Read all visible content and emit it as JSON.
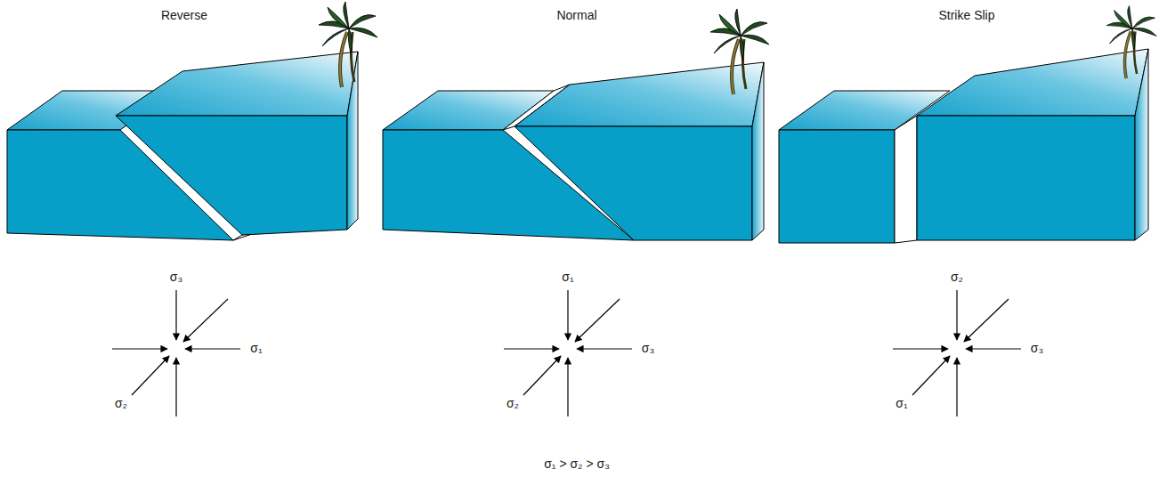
{
  "diagram": {
    "labels": [
      "Reverse",
      "Normal",
      "Strike Slip",
      "σ₃",
      "σ₁",
      "σ₂",
      "σ₁",
      "σ₃",
      "σ₂",
      "σ₂",
      "σ₃",
      "σ₁",
      "σ₁ > σ₂ > σ₃"
    ]
  }
}
